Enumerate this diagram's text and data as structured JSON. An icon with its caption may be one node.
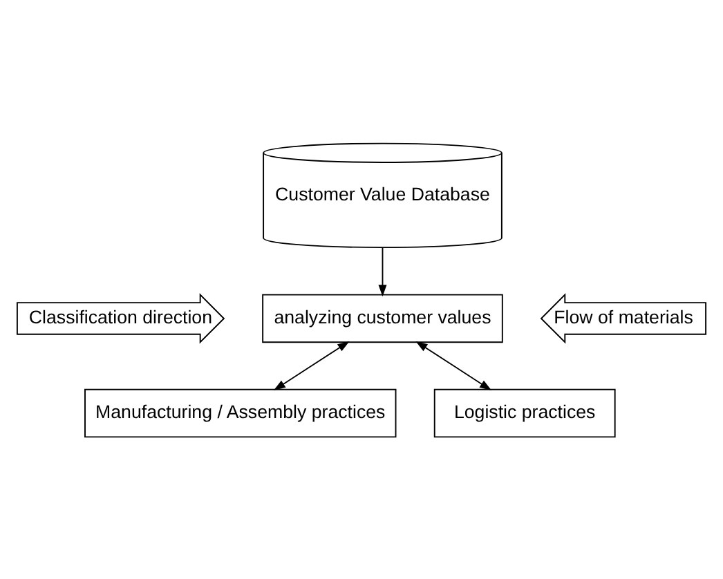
{
  "diagram": {
    "nodes": [
      {
        "text": [
          "Customer Value Database"
        ]
      },
      {
        "text": [
          "analyzing customer values"
        ]
      },
      {
        "text": [
          "Manufacturing / Assembly practices"
        ]
      },
      {
        "text": [
          "Logistic practices"
        ]
      },
      {
        "text": [
          "Classification direction"
        ]
      },
      {
        "text": [
          "Flow of materials"
        ]
      }
    ],
    "edges": [
      {
        "from": 0,
        "to": 1,
        "arrow": "to"
      },
      {
        "from": 1,
        "to": 2,
        "arrow": "both"
      },
      {
        "from": 1,
        "to": 3,
        "arrow": "both"
      }
    ]
  }
}
